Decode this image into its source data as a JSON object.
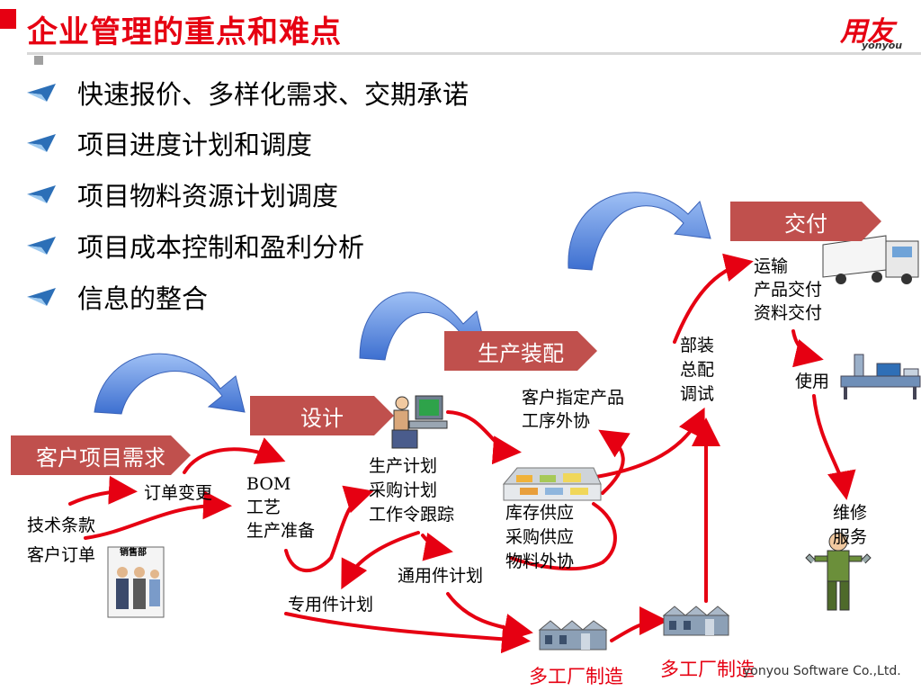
{
  "header": {
    "title": "企业管理的重点和难点",
    "logo_cn": "用友",
    "logo_en": "yonyou"
  },
  "bullets": [
    "快速报价、多样化需求、交期承诺",
    "项目进度计划和调度",
    "项目物料资源计划调度",
    "项目成本控制和盈利分析",
    "信息的整合"
  ],
  "stages": {
    "customer_demand": "客户项目需求",
    "design": "设计",
    "production": "生产装配",
    "delivery": "交付"
  },
  "labels": {
    "tech_terms": "技术条款",
    "customer_order": "客户订单",
    "order_change": "订单变更",
    "sales_dept": "销售部",
    "bom_lines": [
      "BOM",
      "工艺",
      "生产准备"
    ],
    "plan_lines": [
      "生产计划",
      "采购计划",
      "工作令跟踪"
    ],
    "general_parts": "通用件计划",
    "special_parts": "专用件计划",
    "customer_specified": [
      "客户指定产品",
      "工序外协"
    ],
    "supply_lines": [
      "库存供应",
      "采购供应",
      "物料外协"
    ],
    "assembly_lines": [
      "部装",
      "总配",
      "调试"
    ],
    "delivery_lines": [
      "运输",
      "产品交付",
      "资料交付"
    ],
    "use": "使用",
    "repair_lines": [
      "维修",
      "服务"
    ],
    "multi_factory_1": "多工厂制造",
    "multi_factory_2": "多工厂制造"
  },
  "footer": "yonyou Software Co.,Ltd.",
  "colors": {
    "brand_red": "#e60012",
    "stage_fill": "#c0504d",
    "arrow_red": "#e60012",
    "curve_blue": "#4f7fd9"
  }
}
